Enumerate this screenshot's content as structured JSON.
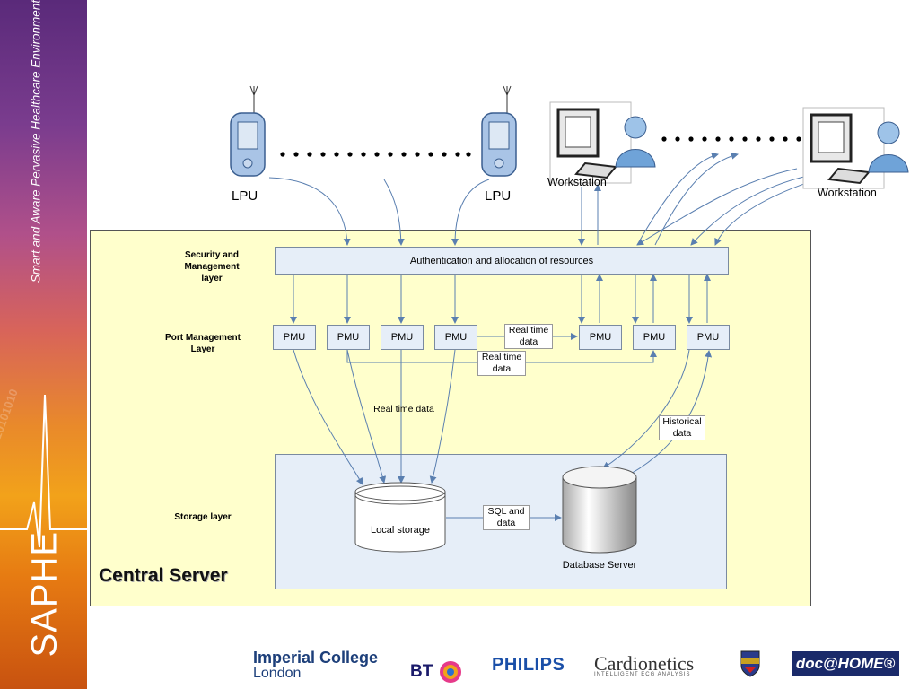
{
  "sidebar": {
    "title": "Smart and Aware Pervasive Healthcare Environment",
    "watermark": "1010101010101010101010",
    "logo_text": "SAPHE"
  },
  "devices": {
    "lpu_left": "LPU",
    "lpu_right": "LPU",
    "workstation_left": "Workstation",
    "workstation_right": "Workstation"
  },
  "layers": {
    "security": "Security and Management layer",
    "port": "Port Management Layer",
    "storage": "Storage layer"
  },
  "auth_box": "Authentication and allocation of resources",
  "pmus": [
    "PMU",
    "PMU",
    "PMU",
    "PMU",
    "PMU",
    "PMU",
    "PMU"
  ],
  "flow_labels": {
    "realtime_1": "Real time data",
    "realtime_2": "Real time data",
    "realtime_center": "Real time data",
    "historical": "Historical data",
    "sql": "SQL and data"
  },
  "storage": {
    "local": "Local storage",
    "database": "Database Server"
  },
  "server_label": "Central Server",
  "partners": {
    "imperial_line1": "Imperial College",
    "imperial_line2": "London",
    "bt": "BT",
    "philips": "PHILIPS",
    "cardionetics": "Cardionetics",
    "cardionetics_sub": "INTELLIGENT ECG ANALYSIS",
    "dochome": "doc@HOME®"
  },
  "colors": {
    "server_bg": "#ffffcc",
    "box_bg": "#e6eef8",
    "arrow": "#5a7fb0"
  }
}
